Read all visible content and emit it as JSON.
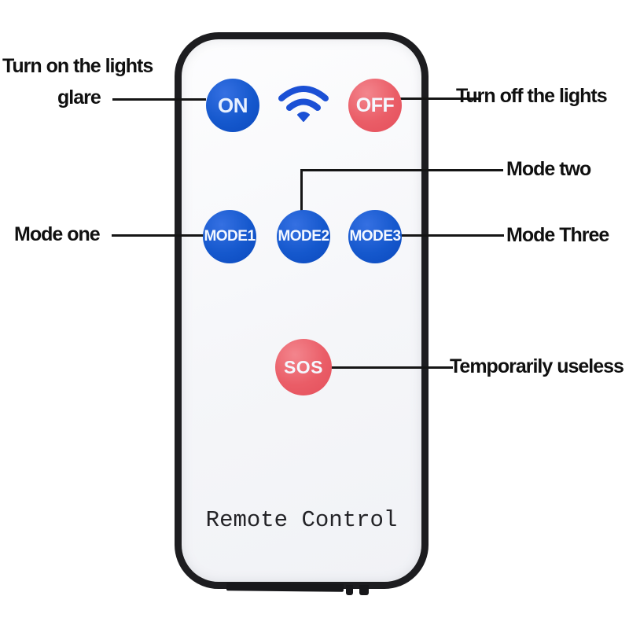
{
  "remote": {
    "label": "Remote Control",
    "body_color": "#f5f6f9",
    "border_color": "#1d1d20",
    "buttons": {
      "on": {
        "label": "ON",
        "color": "#1558cd"
      },
      "off": {
        "label": "OFF",
        "color": "#ea5d67"
      },
      "mode1": {
        "label": "MODE1",
        "color": "#1558cd"
      },
      "mode2": {
        "label": "MODE2",
        "color": "#1558cd"
      },
      "mode3": {
        "label": "MODE3",
        "color": "#1558cd"
      },
      "sos": {
        "label": "SOS",
        "color": "#ea545f"
      }
    },
    "wifi_icon": {
      "name": "wifi-icon",
      "color": "#1b50d5"
    }
  },
  "annotations": {
    "on": {
      "line1": "Turn on the lights",
      "line2": "glare"
    },
    "off": {
      "label": "Turn off the lights"
    },
    "mode1": {
      "label": "Mode one"
    },
    "mode2": {
      "label": "Mode two"
    },
    "mode3": {
      "label": "Mode Three"
    },
    "sos": {
      "label": "Temporarily useless"
    }
  }
}
